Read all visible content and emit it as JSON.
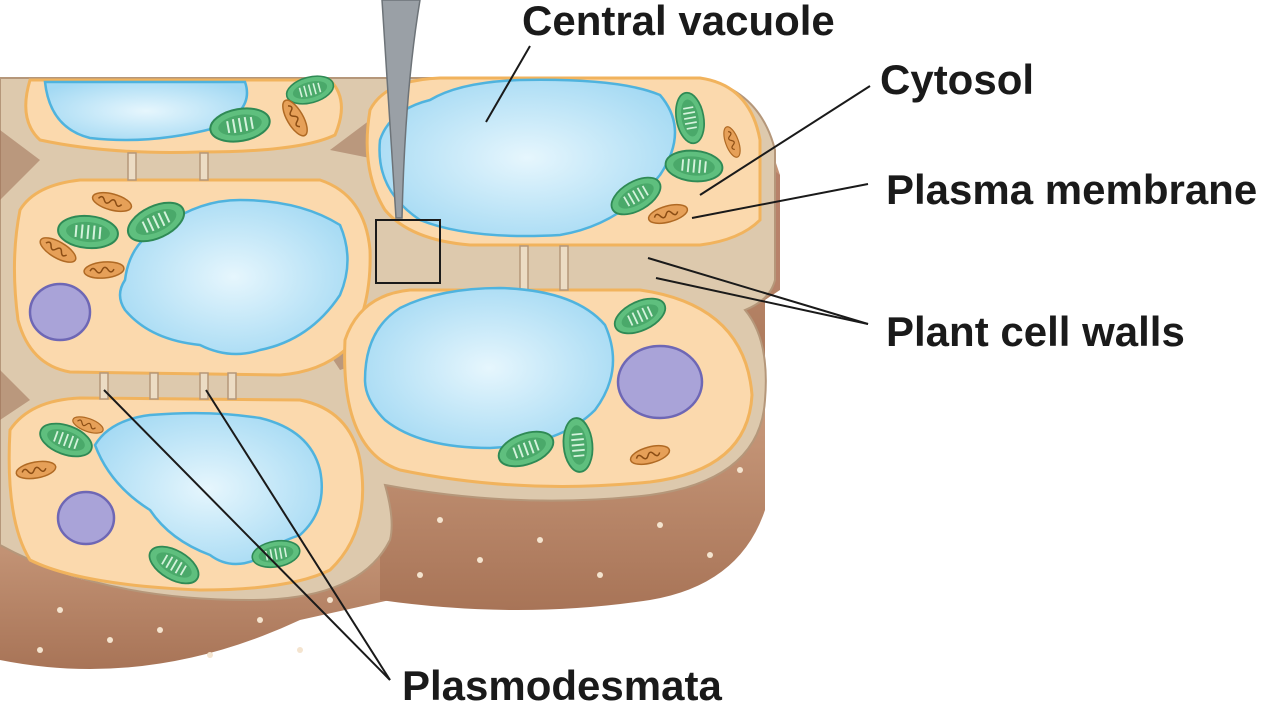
{
  "labels": {
    "central_vacuole": "Central vacuole",
    "cytosol": "Cytosol",
    "plasma_membrane": "Plasma membrane",
    "plant_cell_walls": "Plant cell walls",
    "plasmodesmata": "Plasmodesmata"
  },
  "colors": {
    "cell_wall_side": "#b9876a",
    "cell_wall_top": "#ddc9ad",
    "cytosol": "#fbd9ad",
    "plasma_membrane": "#f1b35d",
    "vacuole": "#a9dcf4",
    "vacuole_outline": "#4fb3de",
    "chloroplast": "#5fbf7e",
    "mitochondrion": "#e6a058",
    "nucleus": "#a9a3d8",
    "leader_line": "#1a1a1a",
    "needle": "#9aa0a6"
  }
}
